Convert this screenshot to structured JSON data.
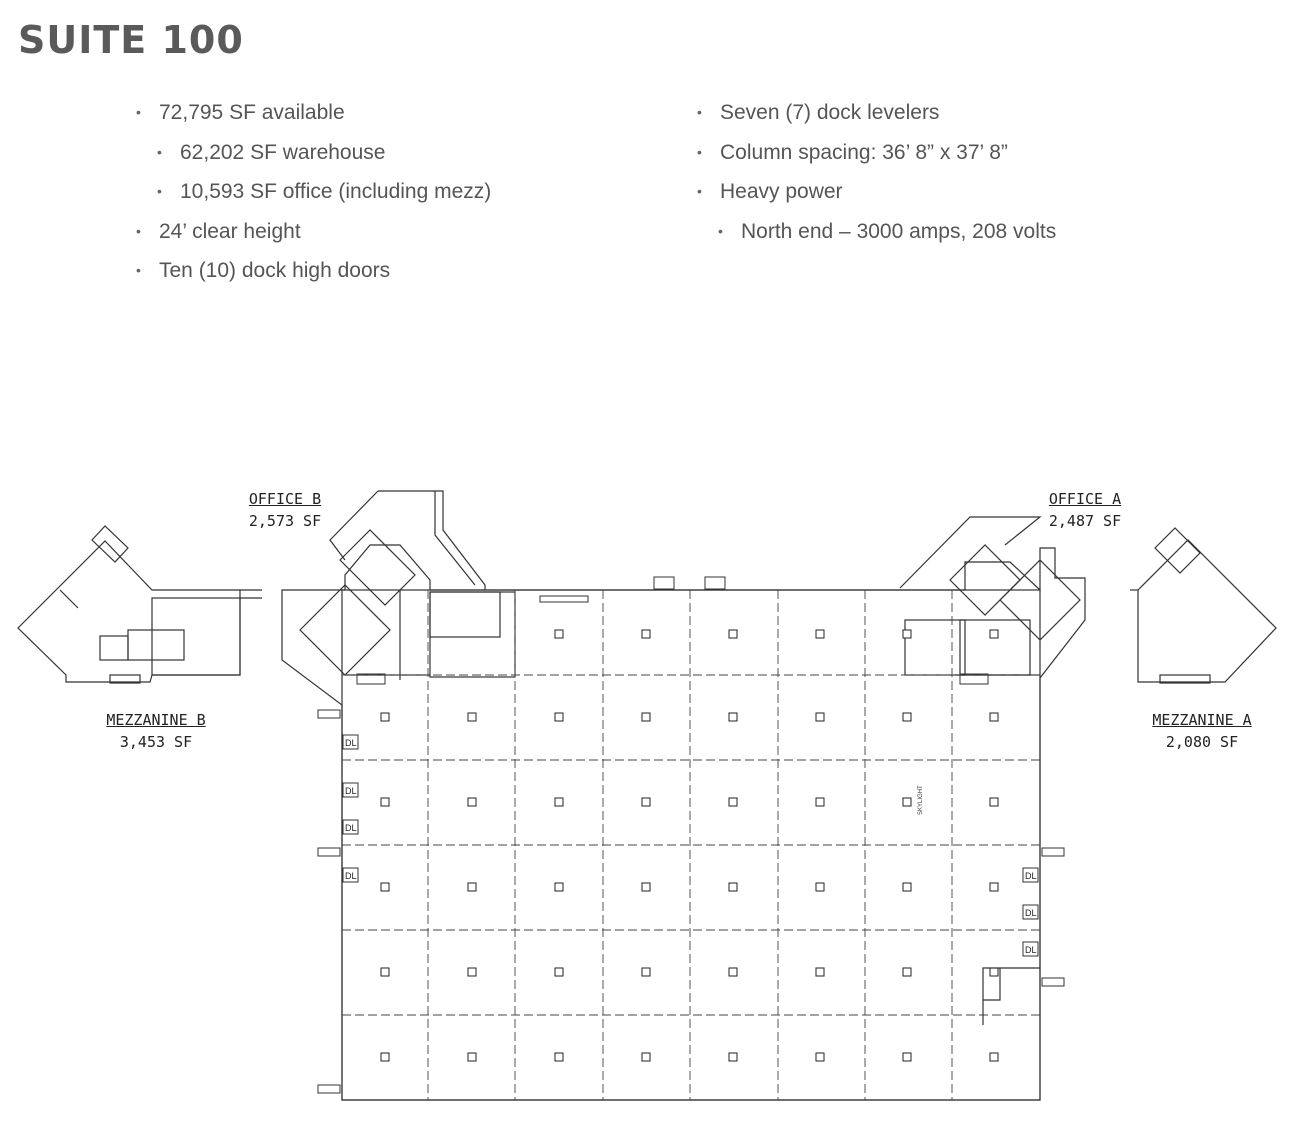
{
  "title": "SUITE 100",
  "left_bullets": [
    {
      "level": 1,
      "text": "72,795 SF available"
    },
    {
      "level": 2,
      "text": "62,202 SF warehouse"
    },
    {
      "level": 2,
      "text": "10,593 SF office (including mezz)"
    },
    {
      "level": 1,
      "text": "24’ clear height"
    },
    {
      "level": 1,
      "text": "Ten (10) dock high doors"
    }
  ],
  "right_bullets": [
    {
      "level": 1,
      "text": "Seven (7) dock levelers"
    },
    {
      "level": 1,
      "text": "Column spacing:  36’ 8” x 37’ 8”"
    },
    {
      "level": 1,
      "text": "Heavy power"
    },
    {
      "level": 2,
      "text": "North end – 3000 amps, 208 volts"
    }
  ],
  "floorplan": {
    "office_b": {
      "name": "OFFICE B",
      "area": "2,573  SF"
    },
    "office_a": {
      "name": "OFFICE A",
      "area": "2,487  SF"
    },
    "mezzanine_b": {
      "name": "MEZZANINE B",
      "area": "3,453  SF"
    },
    "mezzanine_a": {
      "name": "MEZZANINE A",
      "area": "2,080  SF"
    },
    "dock_leveler_label": "DL",
    "skylight_label": "SKYLIGHT"
  }
}
